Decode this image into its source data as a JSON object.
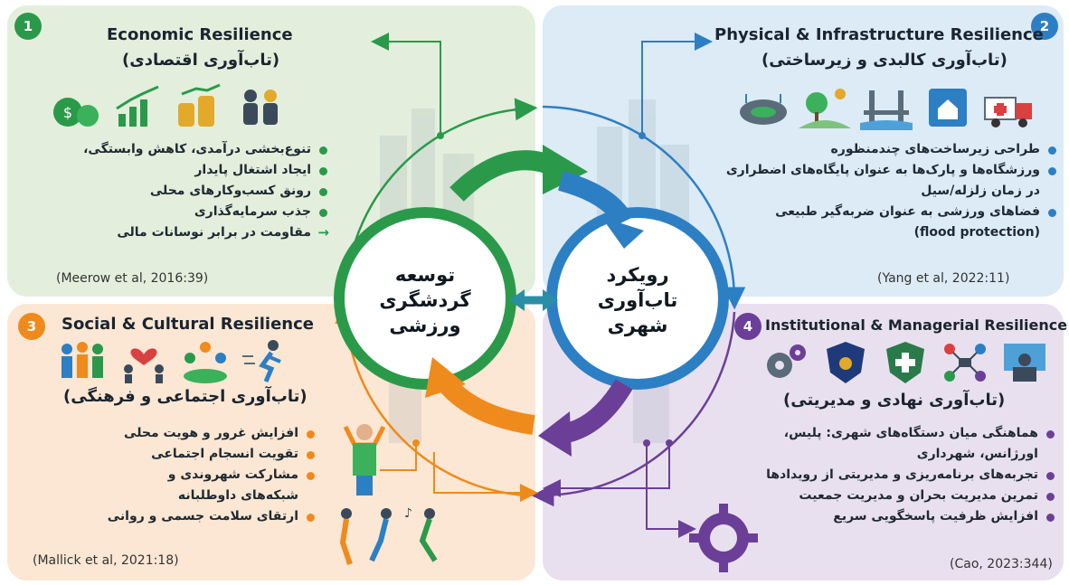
{
  "center": {
    "left_title_lines": [
      "توسعه",
      "گردشگری",
      "ورزشی"
    ],
    "right_title_lines": [
      "رویکرد",
      "تاب‌آوری",
      "شهری"
    ]
  },
  "q1": {
    "number": "1",
    "title_en": "Economic Resilience",
    "title_fa": "(تاب‌آوری اقتصادی)",
    "icons": [
      "money-bags-icon",
      "growth-chart-icon",
      "coin-stacks-icon",
      "business-people-icon"
    ],
    "items": [
      "تنوع‌بخشی درآمدی، کاهش وابستگی،",
      "ایجاد اشتغال پایدار",
      "رونق کسب‌وکارهای محلی",
      "جذب سرمایه‌گذاری",
      "مقاومت در برابر نوسانات مالی"
    ],
    "citation": "(Meerow et al, 2016:39)",
    "color": "#2a9a4a"
  },
  "q2": {
    "number": "2",
    "title_en": "Physical & Infrastructure Resilience",
    "title_fa": "(تاب‌آوری کالبدی و زیرساختی)",
    "icons": [
      "stadium-icon",
      "park-icon",
      "bridge-icon",
      "shelter-icon",
      "ambulance-icon"
    ],
    "items": [
      "طراحی زیرساخت‌های چندمنظوره",
      "ورزشگاه‌ها و پارک‌ها به عنوان پایگاه‌های اضطراری",
      "در زمان زلزله/سیل",
      "فضاهای ورزشی به عنوان ضربه‌گیر طبیعی",
      "(flood protection)"
    ],
    "citation": "(Yang et al, 2022:11)",
    "color": "#2d7fc4"
  },
  "q3": {
    "number": "3",
    "title_en": "Social & Cultural Resilience",
    "title_fa": "(تاب‌آوری اجتماعی و فرهنگی)",
    "icons": [
      "crowd-icon",
      "community-heart-icon",
      "group-meeting-icon",
      "runner-icon"
    ],
    "items": [
      "افزایش غرور و هویت محلی",
      "تقویت انسجام اجتماعی",
      "مشارکت شهروندی و",
      "شبکه‌های داوطلبانه",
      "ارتقای سلامت جسمی و روانی"
    ],
    "citation": "(Mallick et al, 2021:18)",
    "color": "#ef8a1c"
  },
  "q4": {
    "number": "4",
    "title_en": "Institutional & Managerial Resilience",
    "title_fa": "(تاب‌آوری نهادی و مدیریتی)",
    "icons": [
      "gears-icon",
      "police-badge-icon",
      "emergency-badge-icon",
      "network-people-icon",
      "manager-icon"
    ],
    "items": [
      "هماهنگی میان دستگاه‌های شهری: پلیس،",
      "اورژانس، شهرداری",
      "تجربه‌های برنامه‌ریزی و مدیریتی از رویدادها",
      "تمرین مدیریت بحران و مدیریت جمعیت",
      "افزایش ظرفیت پاسخگویی سریع"
    ],
    "citation": "(Cao, 2023:344)",
    "color": "#6b3f98"
  }
}
